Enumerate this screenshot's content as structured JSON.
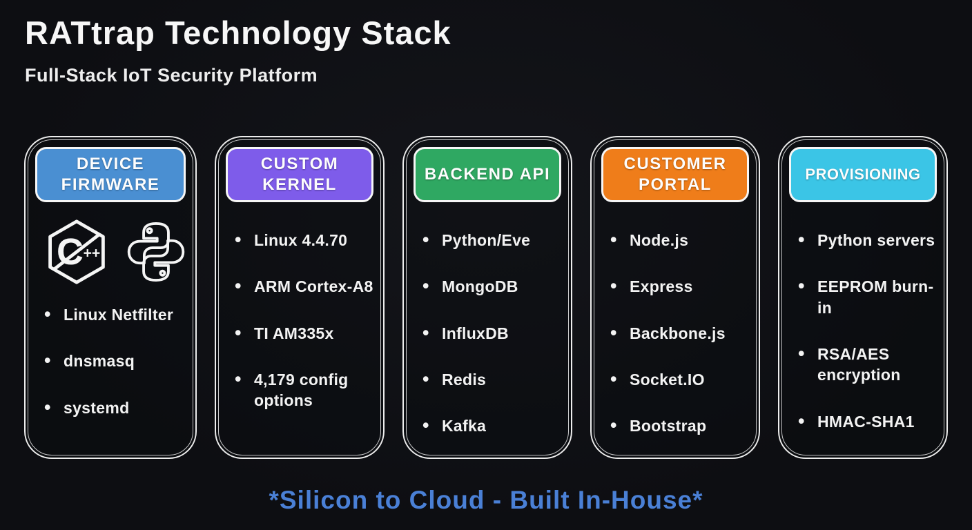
{
  "page": {
    "title": "RATtrap Technology Stack",
    "subtitle": "Full-Stack IoT Security Platform",
    "footer": "*Silicon to Cloud - Built In-House*"
  },
  "colors": {
    "background": "#0d0e12",
    "card_border": "#ededed",
    "body_text": "#f3f3f3",
    "footer_blue": "#4a80d6",
    "header_device_firmware": "#4a8fd2",
    "header_custom_kernel": "#7e5cea",
    "header_backend_api": "#2fa862",
    "header_customer_portal": "#ef7d1a",
    "header_provisioning": "#3bc5e6"
  },
  "columns": [
    {
      "header": "DEVICE FIRMWARE",
      "color": "#4a8fd2",
      "icons": [
        "cpp-logo-icon",
        "python-logo-icon"
      ],
      "items": [
        "Linux Netfilter",
        "dnsmasq",
        "systemd"
      ]
    },
    {
      "header": "CUSTOM KERNEL",
      "color": "#7e5cea",
      "items": [
        "Linux 4.4.70",
        "ARM Cortex-A8",
        "TI AM335x",
        "4,179 config options"
      ]
    },
    {
      "header": "BACKEND API",
      "color": "#2fa862",
      "items": [
        "Python/Eve",
        "MongoDB",
        "InfluxDB",
        "Redis",
        "Kafka"
      ]
    },
    {
      "header": "CUSTOMER PORTAL",
      "color": "#ef7d1a",
      "items": [
        "Node.js",
        "Express",
        "Backbone.js",
        "Socket.IO",
        "Bootstrap"
      ]
    },
    {
      "header": "PROVISIONING",
      "color": "#3bc5e6",
      "items": [
        "Python servers",
        "EEPROM burn-in",
        "RSA/AES encryption",
        "HMAC-SHA1"
      ]
    }
  ]
}
